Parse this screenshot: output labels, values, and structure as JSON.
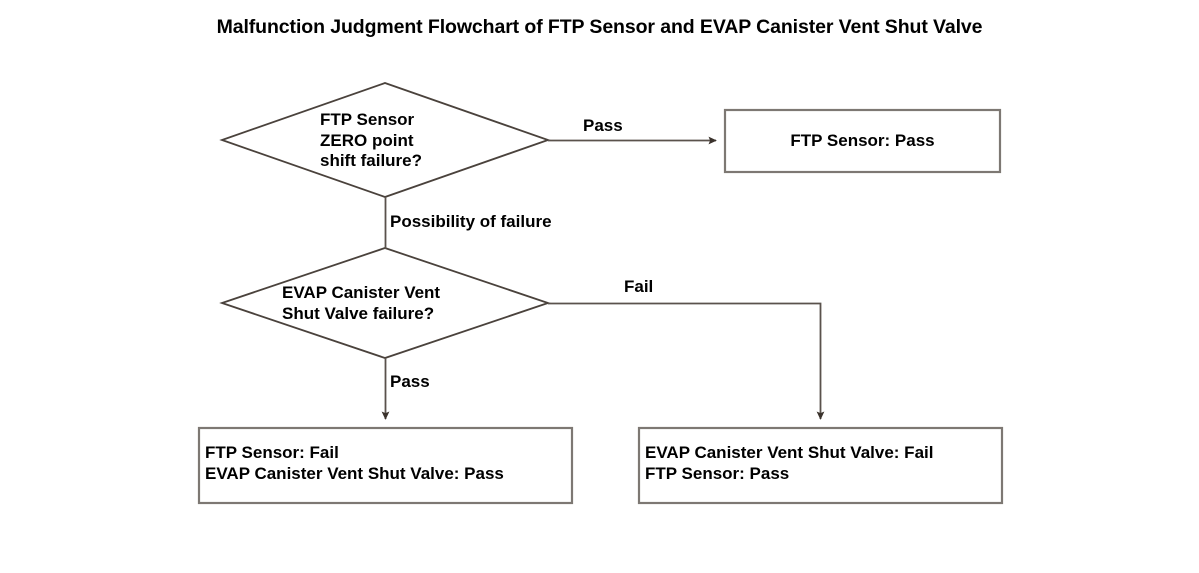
{
  "title": "Malfunction Judgment Flowchart of FTP Sensor and EVAP Canister Vent Shut Valve",
  "colors": {
    "background": "#ffffff",
    "text": "#000000",
    "diamond_border": "#4a423c",
    "box_border": "#7d7873",
    "connector": "#5a524c"
  },
  "nodes": {
    "decision_ftp": {
      "shape": "diamond",
      "line1": "FTP Sensor",
      "line2": "ZERO point",
      "line3": "shift failure?"
    },
    "decision_evap": {
      "shape": "diamond",
      "line1": "EVAP Canister Vent",
      "line2": "Shut Valve failure?"
    },
    "result_ftp_pass": {
      "shape": "box",
      "line1": "FTP Sensor: Pass"
    },
    "result_ftp_fail": {
      "shape": "box",
      "line1": "FTP Sensor: Fail",
      "line2": "EVAP Canister Vent Shut Valve: Pass"
    },
    "result_evap_fail": {
      "shape": "box",
      "line1": "EVAP Canister Vent Shut Valve: Fail",
      "line2": "FTP Sensor: Pass"
    }
  },
  "edges": {
    "ftp_pass": "Pass",
    "ftp_possibility": "Possibility of failure",
    "evap_fail": "Fail",
    "evap_pass": "Pass"
  }
}
